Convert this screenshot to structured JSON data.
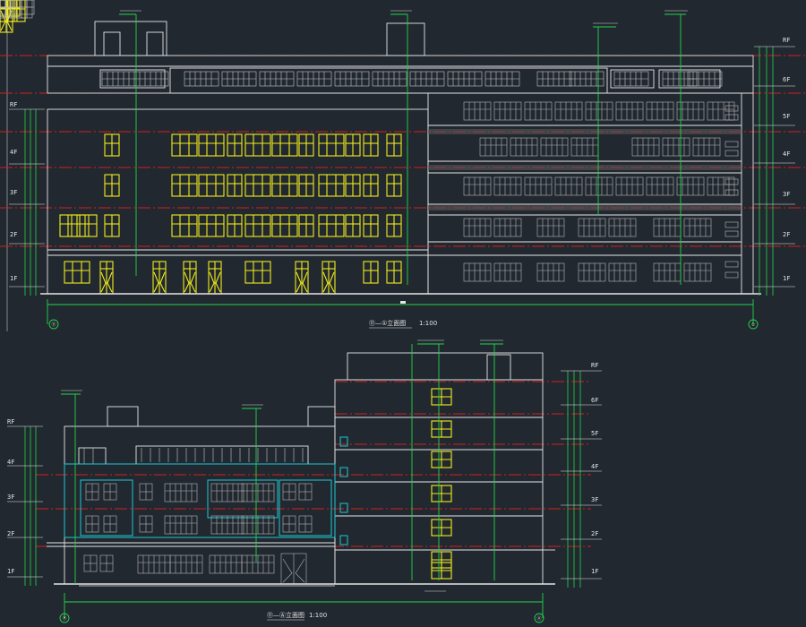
{
  "colors": {
    "background": "#212830",
    "outline": "#e6e6e6",
    "window_highlight": "#f2ec1a",
    "window_cyan": "#1ec8d2",
    "dimension_green": "#22d64a",
    "section_red": "#d42020",
    "grey_window": "#b8b8b8"
  },
  "elevation_top": {
    "title": "⑪—①立面图",
    "scale": "1:100",
    "axis_left": "⑪",
    "axis_right": "①",
    "floors_left": [
      "RF",
      "4F",
      "3F",
      "2F",
      "1F"
    ],
    "floors_right": [
      "RF",
      "6F",
      "5F",
      "4F",
      "3F",
      "2F",
      "1F"
    ]
  },
  "elevation_bottom": {
    "title": "⑪—Ⓐ立面图",
    "scale": "1:100",
    "axis_left": "Ⓗ",
    "axis_right": "Ⓐ",
    "floors_left": [
      "RF",
      "4F",
      "3F",
      "2F",
      "1F"
    ],
    "floors_right": [
      "RF",
      "6F",
      "5F",
      "4F",
      "3F",
      "2F",
      "1F"
    ]
  }
}
